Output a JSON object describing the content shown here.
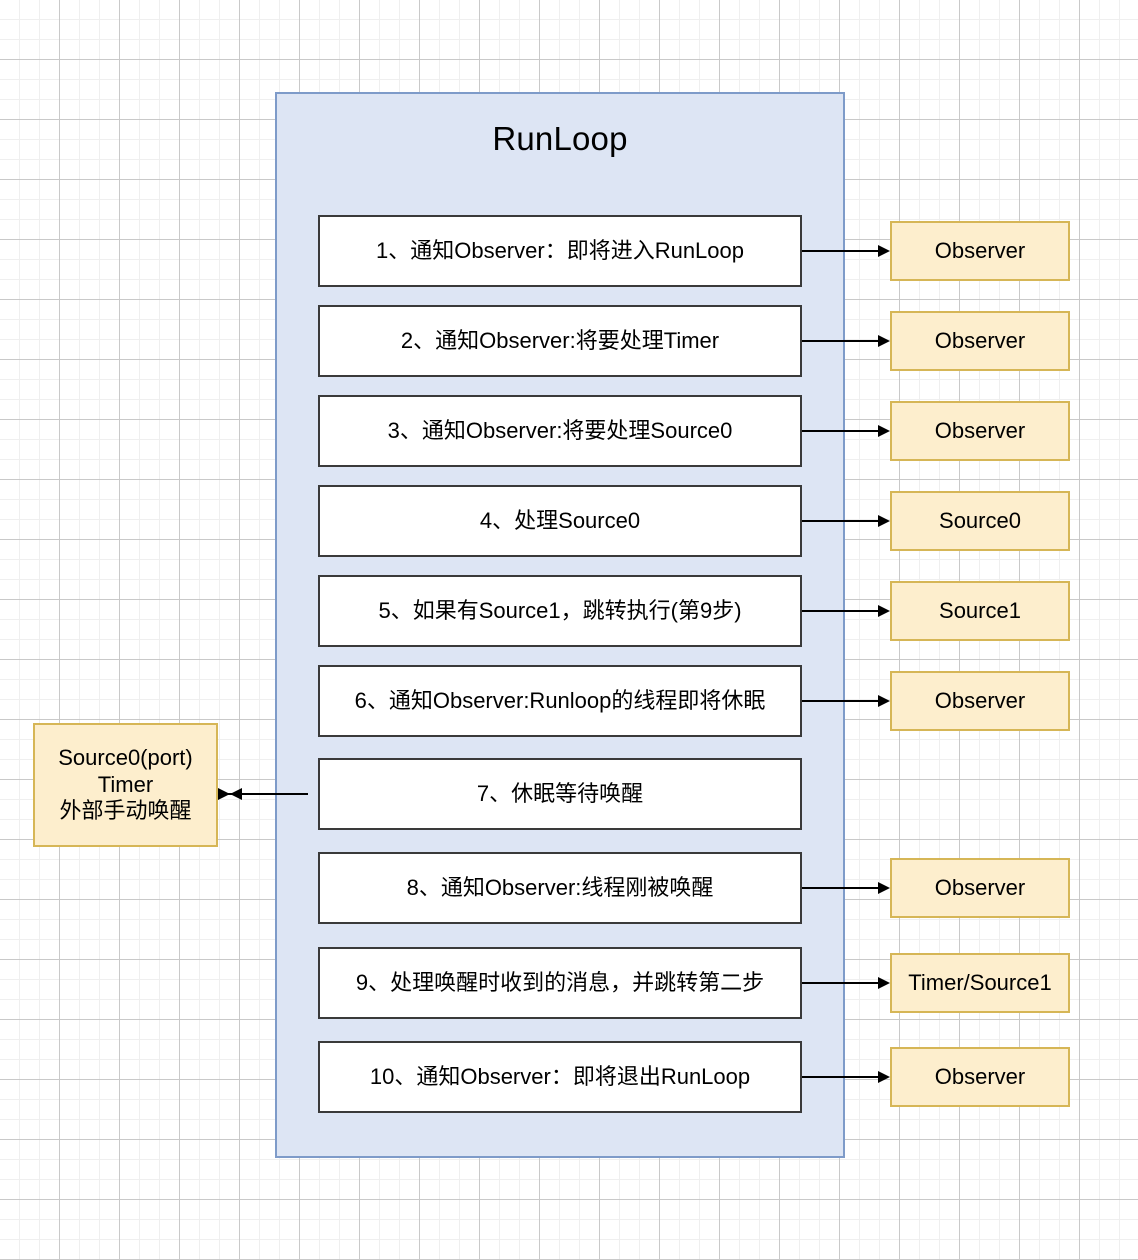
{
  "diagram": {
    "title": "RunLoop",
    "container": {
      "label": "RunLoop",
      "fill": "#dde5f4",
      "border": "#7e9bc9"
    },
    "step_box_style": {
      "fill": "#ffffff",
      "border": "#3a3a3a"
    },
    "side_box_style": {
      "fill": "#fdeecd",
      "border": "#d6b656"
    },
    "arrow_color": "#000000",
    "steps": [
      {
        "label": "1、通知Observer：即将进入RunLoop"
      },
      {
        "label": "2、通知Observer:将要处理Timer"
      },
      {
        "label": "3、通知Observer:将要处理Source0"
      },
      {
        "label": "4、处理Source0"
      },
      {
        "label": "5、如果有Source1，跳转执行(第9步)"
      },
      {
        "label": "6、通知Observer:Runloop的线程即将休眠"
      },
      {
        "label": "7、休眠等待唤醒"
      },
      {
        "label": "8、通知Observer:线程刚被唤醒"
      },
      {
        "label": "9、处理唤醒时收到的消息，并跳转第二步"
      },
      {
        "label": "10、通知Observer：即将退出RunLoop"
      }
    ],
    "right_targets": [
      {
        "label": "Observer"
      },
      {
        "label": "Observer"
      },
      {
        "label": "Observer"
      },
      {
        "label": "Source0"
      },
      {
        "label": "Source1"
      },
      {
        "label": "Observer"
      },
      {
        "label": "Observer"
      },
      {
        "label": "Timer/Source1"
      },
      {
        "label": "Observer"
      }
    ],
    "left_target": {
      "line1": "Source0(port)",
      "line2": "Timer",
      "line3": "外部手动唤醒"
    }
  }
}
